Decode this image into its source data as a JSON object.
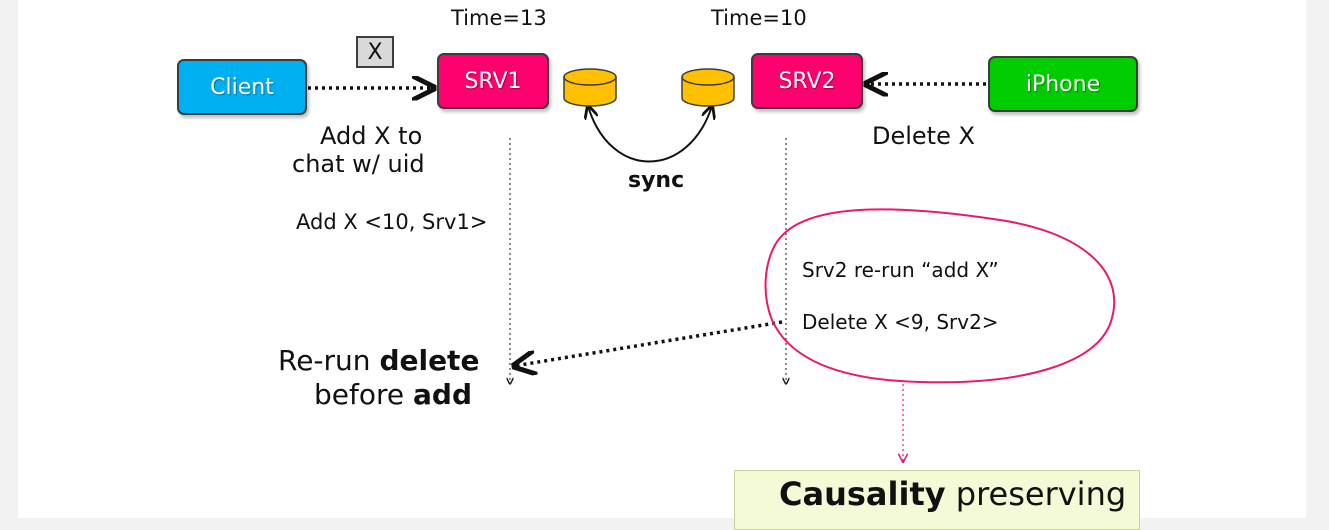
{
  "time_srv1": "Time=13",
  "time_srv2": "Time=10",
  "nodes": {
    "client": {
      "label": "Client",
      "color": "#00b0f0"
    },
    "srv1": {
      "label": "SRV1",
      "color": "#ff006e"
    },
    "srv2": {
      "label": "SRV2",
      "color": "#ff006e"
    },
    "iphone": {
      "label": "iPhone",
      "color": "#00cc00"
    }
  },
  "x_label": "X",
  "add_x_to": "Add X to",
  "chat_w_uid": "chat w/ uid",
  "delete_x": "Delete X",
  "sync": "sync",
  "add_x_vc": "Add X <10, Srv1>",
  "srv2_rerun": "Srv2 re-run “add X”",
  "delete_x_vc": "Delete X <9, Srv2>",
  "rerun_line1_a": "Re-run ",
  "rerun_line1_b": "delete",
  "rerun_line2_a": "before ",
  "rerun_line2_b": "add",
  "causality_bold": "Causality",
  "causality_rest": " preserving",
  "colors": {
    "db_fill": "#ffc000",
    "ellipse": "#e8186e",
    "arrow": "#111111"
  }
}
